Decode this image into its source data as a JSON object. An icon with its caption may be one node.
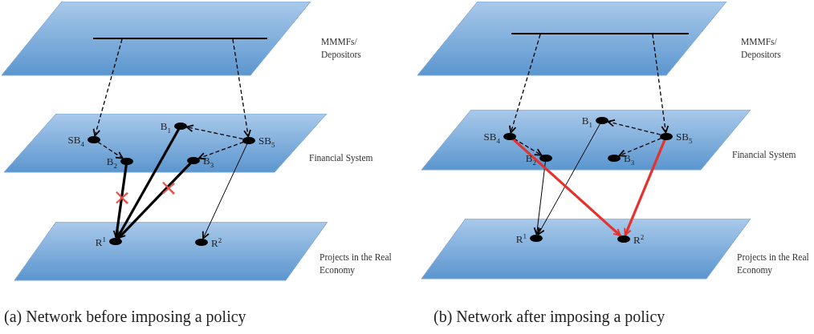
{
  "diagram": {
    "nodes": [
      {
        "text": [
          "MMMFs/ Depositors"
        ]
      },
      {
        "text": [],
        "shape": "bar",
        "in": 0
      },
      {
        "text": [
          "Financial System"
        ]
      },
      {
        "text": [
          "B$_{1}$"
        ],
        "in": 2
      },
      {
        "text": [
          "SB$_{4}$"
        ],
        "in": 2
      },
      {
        "text": [
          "SB$_{5}$"
        ],
        "in": 2
      },
      {
        "text": [
          "B$_{2}$"
        ],
        "in": 2
      },
      {
        "text": [
          "B$_{3}$"
        ],
        "in": 2
      },
      {
        "text": [
          "Projects in the Real Economy"
        ]
      },
      {
        "text": [
          "R$^{1}$"
        ],
        "in": 8
      },
      {
        "text": [
          "R$^{2}$"
        ],
        "in": 8
      },
      {
        "text": [
          "MMMFs/ Depositors"
        ]
      },
      {
        "text": [],
        "shape": "bar",
        "in": 11
      },
      {
        "text": [
          "Financial System"
        ]
      },
      {
        "text": [
          "B$_{1}$"
        ],
        "in": 13
      },
      {
        "text": [
          "SB$_{4}$"
        ],
        "in": 13
      },
      {
        "text": [
          "SB$_{5}$"
        ],
        "in": 13
      },
      {
        "text": [
          "B$_{2}$"
        ],
        "in": 13
      },
      {
        "text": [
          "B$_{3}$"
        ],
        "in": 13
      },
      {
        "text": [
          "Projects in the Real Economy"
        ]
      },
      {
        "text": [
          "R$^{1}$"
        ],
        "in": 19
      },
      {
        "text": [
          "R$^{2}$"
        ],
        "in": 19
      }
    ],
    "edges": [
      {
        "from": 1,
        "to": 4,
        "arrow": "to",
        "style": "dashed"
      },
      {
        "from": 1,
        "to": 5,
        "arrow": "to",
        "style": "dashed"
      },
      {
        "from": 5,
        "to": 3,
        "arrow": "to",
        "style": "dashed"
      },
      {
        "from": 4,
        "to": 6,
        "arrow": "to",
        "style": "dashed"
      },
      {
        "from": 5,
        "to": 7,
        "arrow": "to",
        "style": "dashed"
      },
      {
        "from": 6,
        "to": 9,
        "arrow": "to",
        "style": "thick"
      },
      {
        "from": 3,
        "to": 9,
        "arrow": "to",
        "style": "thick"
      },
      {
        "from": 7,
        "to": 9,
        "arrow": "to",
        "style": "thick"
      },
      {
        "from": 5,
        "to": 10,
        "arrow": "to"
      },
      {
        "from": 12,
        "to": 15,
        "arrow": "to",
        "style": "dashed"
      },
      {
        "from": 12,
        "to": 16,
        "arrow": "to",
        "style": "dashed"
      },
      {
        "from": 16,
        "to": 14,
        "arrow": "to",
        "style": "dashed"
      },
      {
        "from": 15,
        "to": 17,
        "arrow": "to",
        "style": "dashed"
      },
      {
        "from": 16,
        "to": 18,
        "arrow": "to",
        "style": "dashed"
      },
      {
        "from": 17,
        "to": 20,
        "arrow": "to"
      },
      {
        "from": 14,
        "to": 20,
        "arrow": "to"
      },
      {
        "from": 15,
        "to": 21,
        "arrow": "to",
        "style": "thick",
        "color": "#e5322d"
      },
      {
        "from": 16,
        "to": 21,
        "arrow": "to",
        "style": "thick",
        "color": "#e5322d"
      }
    ],
    "labels": [
      "(a) Network before imposing a policy",
      "(b) Network after imposing a policy"
    ]
  }
}
